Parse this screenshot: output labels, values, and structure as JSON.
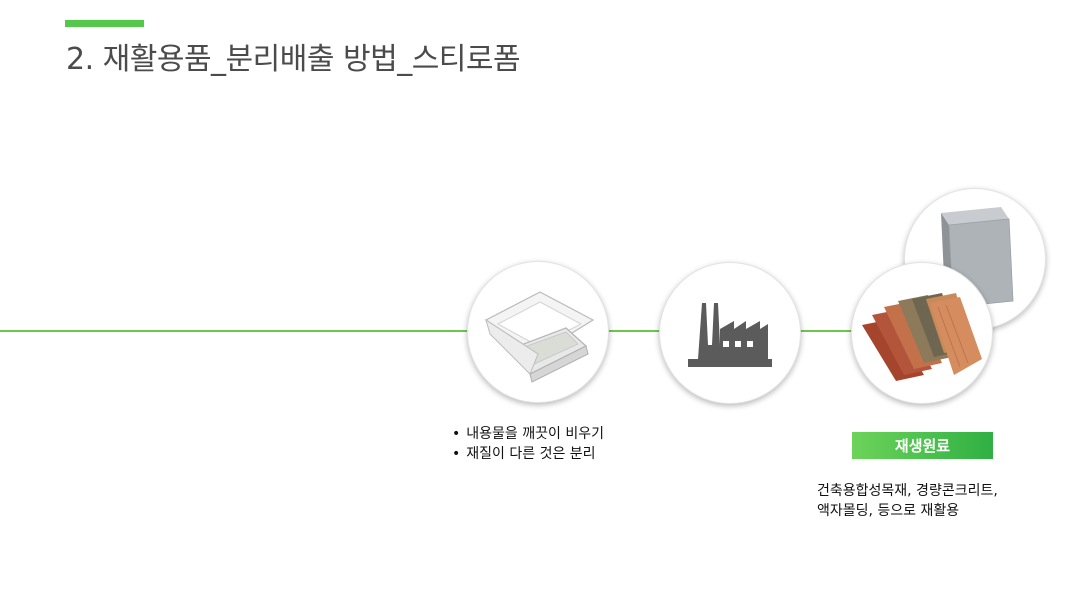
{
  "title": "2. 재활용품_분리배출 방법_스티로폼",
  "instructions": [
    "내용물을 깨끗이 비우기",
    "재질이 다른 것은 분리"
  ],
  "badge": {
    "label": "재생원료"
  },
  "description": {
    "line1": "건축용합성목재, 경량콘크리트,",
    "line2": "액자몰딩, 등으로 재활용"
  },
  "icons": {
    "step1": "styrofoam-container-icon",
    "step2": "factory-icon",
    "step3": "composite-wood-samples-icon",
    "step4": "lightweight-concrete-block-icon"
  },
  "colors": {
    "accent": "#54c84a",
    "line": "#6cc74f",
    "badge_start": "#6dd35a",
    "badge_end": "#2fb043",
    "title": "#4b4b4b"
  }
}
